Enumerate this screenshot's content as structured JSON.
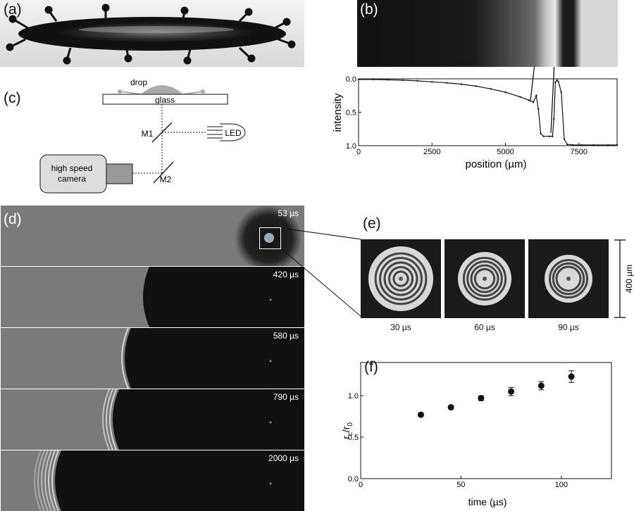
{
  "panels": {
    "a": {
      "label": "(a)"
    },
    "b": {
      "label": "(b)"
    },
    "c": {
      "label": "(c)"
    },
    "d": {
      "label": "(d)"
    },
    "e": {
      "label": "(e)"
    },
    "f": {
      "label": "(f)"
    }
  },
  "setup": {
    "drop": "drop",
    "glass": "glass",
    "m1": "M1",
    "m2": "M2",
    "led": "LED",
    "camera_line1": "high speed",
    "camera_line2": "camera"
  },
  "frames": [
    {
      "time": "53 µs",
      "front": 1.0
    },
    {
      "time": "420 µs",
      "front": 0.49
    },
    {
      "time": "580 µs",
      "front": 0.43
    },
    {
      "time": "790 µs",
      "front": 0.39
    },
    {
      "time": "2000 µs",
      "front": 0.2
    }
  ],
  "insets": {
    "captions": [
      "30 µs",
      "60 µs",
      "90 µs"
    ],
    "scale": "400 µm"
  },
  "chart_data": [
    {
      "panel": "b",
      "type": "line",
      "xlabel": "position (µm)",
      "ylabel": "intensity",
      "xlim": [
        0,
        8800
      ],
      "ylim": [
        1.0,
        0.0
      ],
      "xticks": [
        "0",
        "2500",
        "5000",
        "7500"
      ],
      "yticks": [
        "0.0",
        "0.5",
        "1.0"
      ],
      "series": [
        {
          "x": [
            0,
            500,
            1000,
            1500,
            2000,
            2500,
            3000,
            3500,
            4000,
            4500,
            5000,
            5500,
            5800,
            5950,
            6050,
            6120,
            6200,
            6300,
            6500,
            6600,
            6650,
            6700,
            6750,
            6800,
            6900,
            7000,
            7100,
            7300,
            7600,
            8000,
            8500,
            8800
          ],
          "y": [
            0.01,
            0.01,
            0.015,
            0.02,
            0.03,
            0.045,
            0.06,
            0.08,
            0.11,
            0.15,
            0.2,
            0.27,
            0.32,
            0.35,
            0.25,
            0.45,
            0.82,
            0.86,
            0.86,
            0.86,
            0.6,
            0.05,
            0.02,
            0.04,
            0.2,
            0.9,
            0.98,
            0.99,
            0.99,
            0.99,
            0.99,
            0.99
          ]
        }
      ]
    },
    {
      "panel": "f",
      "type": "scatter",
      "xlabel": "time (µs)",
      "ylabel": "r_c/r_0",
      "ylabel_main": "r",
      "ylabel_sub1": "c",
      "ylabel_slash": "/r",
      "ylabel_sub2": "0",
      "xlim": [
        0,
        125
      ],
      "ylim": [
        0,
        1.4
      ],
      "xticks": [
        "0",
        "50",
        "100"
      ],
      "yticks": [
        "0.0",
        "0.5",
        "1.0"
      ],
      "series": [
        {
          "x": [
            30,
            45,
            60,
            75,
            90,
            105
          ],
          "y": [
            0.77,
            0.86,
            0.97,
            1.05,
            1.12,
            1.23
          ],
          "err": [
            0.02,
            0.02,
            0.03,
            0.05,
            0.05,
            0.07
          ]
        }
      ]
    }
  ]
}
